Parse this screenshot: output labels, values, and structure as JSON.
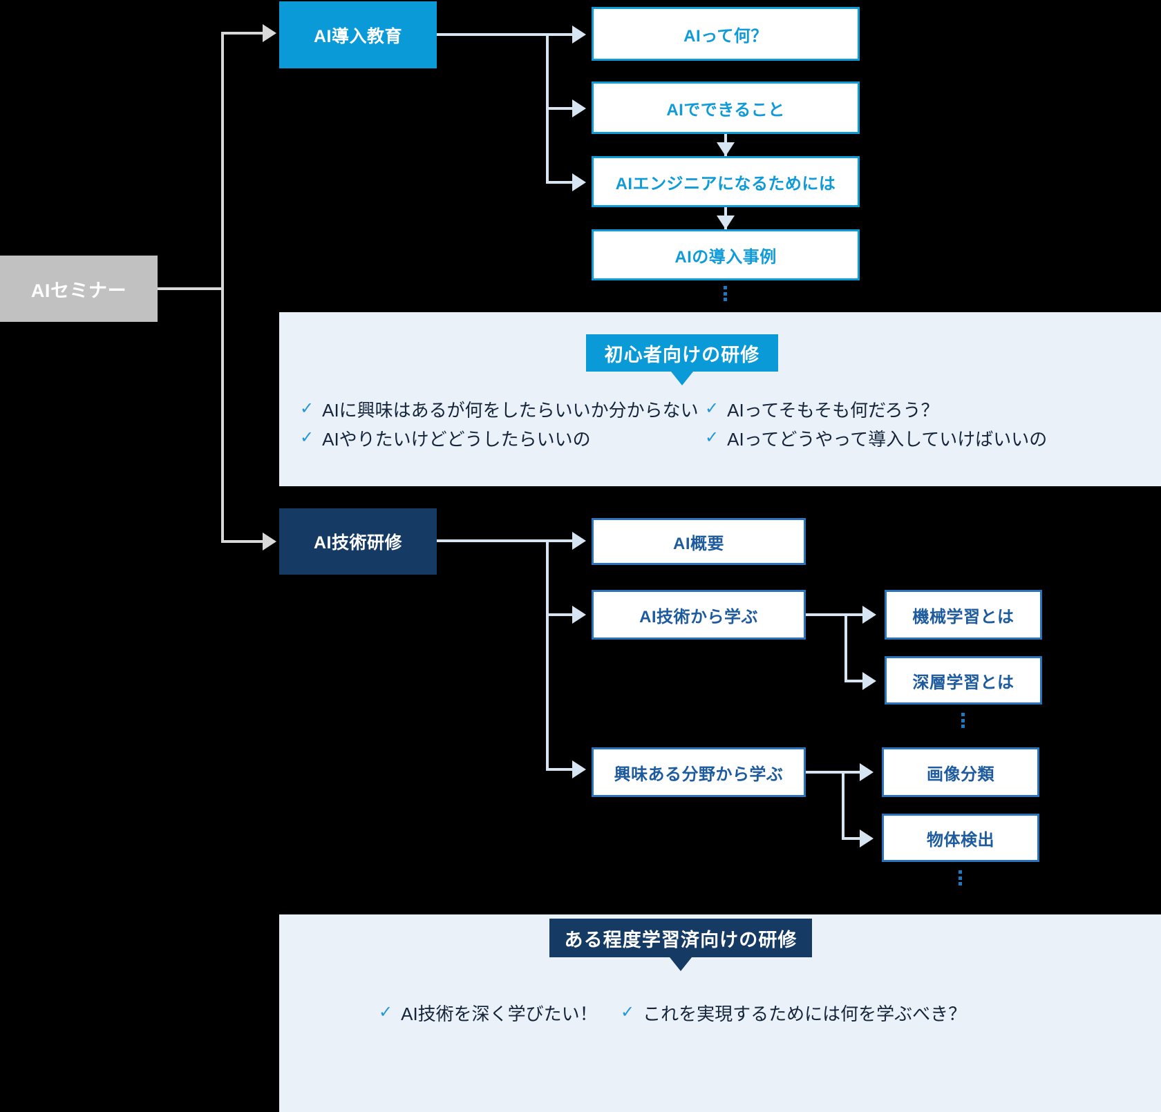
{
  "diagram": {
    "root": {
      "label": "AIセミナー"
    },
    "branches": [
      {
        "id": "intro",
        "label": "AI導入教育",
        "children": [
          {
            "label": "AIって何？"
          },
          {
            "label": "AIでできること"
          },
          {
            "label": "AIエンジニアになるためには"
          },
          {
            "label": "AIの導入事例"
          }
        ],
        "continuation": "⋮"
      },
      {
        "id": "technical",
        "label": "AI技術研修",
        "children": [
          {
            "label": "AI概要",
            "grandchildren": []
          },
          {
            "label": "AI技術から学ぶ",
            "grandchildren": [
              {
                "label": "機械学習とは"
              },
              {
                "label": "深層学習とは"
              }
            ],
            "continuation": "⋮"
          },
          {
            "label": "興味ある分野から学ぶ",
            "grandchildren": [
              {
                "label": "画像分類"
              },
              {
                "label": "物体検出"
              }
            ],
            "continuation": "⋮"
          }
        ]
      }
    ]
  },
  "panels": [
    {
      "id": "beginner",
      "tag": "初心者向けの研修",
      "bullets": [
        "AIに興味はあるが何をしたらいいか分からない",
        "AIってそもそも何だろう？",
        "AIやりたいけどどうしたらいいの",
        "AIってどうやって導入していけばいいの"
      ],
      "tick": "✓"
    },
    {
      "id": "intermediate",
      "tag": "ある程度学習済向けの研修",
      "bullets": [
        "AI技術を深く学びたい！",
        "これを実現するためには何を学ぶべき？"
      ],
      "tick": "✓"
    }
  ],
  "colors": {
    "background": "#000000",
    "root_box": "#c1c1c1",
    "accent_light_blue": "#0b9ad8",
    "accent_dark_navy": "#153a64",
    "connector": "#d7e5f3",
    "connector_gray": "#d8d8d8",
    "panel_background": "#eaf1f9",
    "leaf_text_light": "#0f9ad8",
    "leaf_text_dark": "#1d5b9e"
  }
}
